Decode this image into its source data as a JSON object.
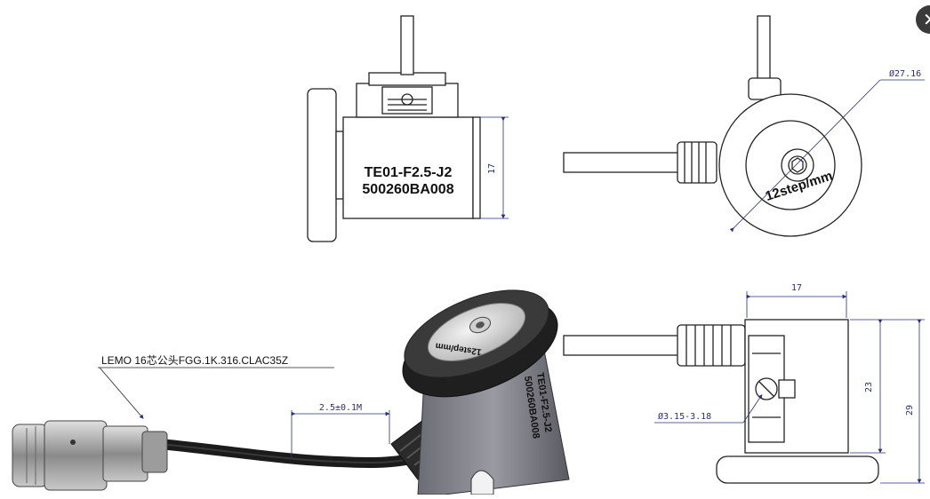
{
  "front_view": {
    "label_line1": "TE01-F2.5-J2",
    "label_line2": "500260BA008",
    "dim_height": "17"
  },
  "side_view": {
    "dim_diameter": "Ø27.16",
    "dial_text": "12step/mm"
  },
  "photo": {
    "connector_label": "LEMO 16芯公头FGG.1K.316.CLAC35Z",
    "cable_length": "2.5±0.1M",
    "body_label_line1": "TE01-F2.5-J2",
    "body_label_line2": "500260BA008",
    "dial_text": "12step/mm"
  },
  "bottom_view": {
    "dim_width": "17",
    "dim_shaft": "Ø3.15-3.18",
    "dim_body_height": "23",
    "dim_total_height": "29"
  },
  "controls": {
    "close_glyph": "✕"
  }
}
